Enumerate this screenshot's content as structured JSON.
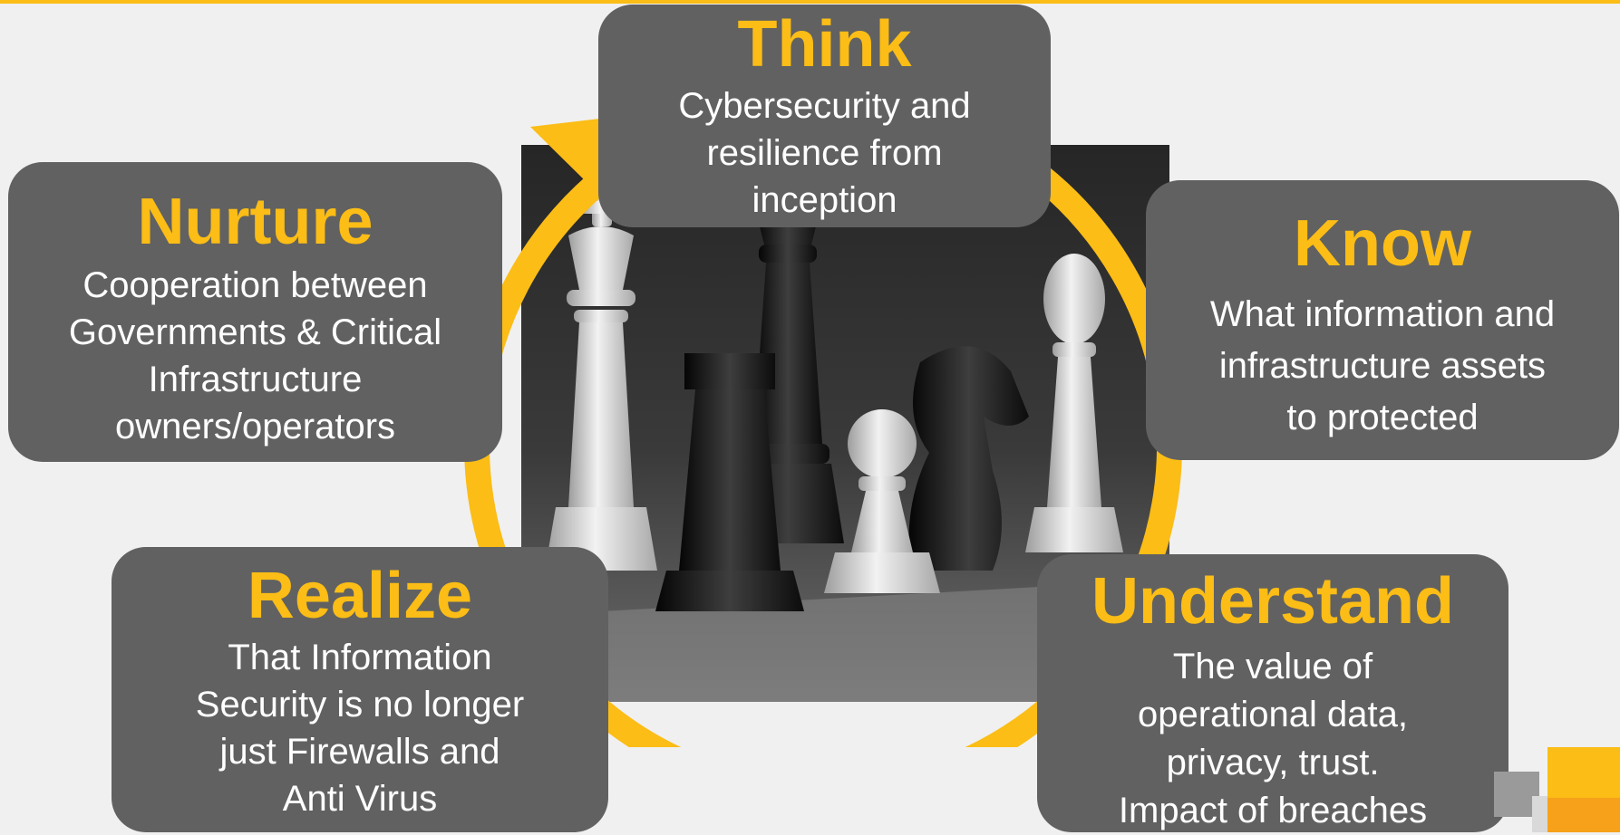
{
  "colors": {
    "background": "#f0f0f0",
    "accent": "#fbbd16",
    "card": "#616161",
    "text": "#ffffff"
  },
  "center_image": {
    "icon": "chess-pieces-photo"
  },
  "cycle_arrow": {
    "icon": "circular-arrow",
    "direction": "clockwise"
  },
  "cards": {
    "think": {
      "title": "Think",
      "description": "Cybersecurity and\nresilience from\ninception"
    },
    "nurture": {
      "title": "Nurture",
      "description": "Cooperation between\nGovernments & Critical\nInfrastructure\nowners/operators"
    },
    "know": {
      "title": "Know",
      "description": "What information and\ninfrastructure assets\nto protected"
    },
    "realize": {
      "title": "Realize",
      "description": "That Information\nSecurity  is no longer\njust Firewalls and\nAnti Virus"
    },
    "understand": {
      "title": "Understand",
      "description": "The value of\noperational data,\nprivacy, trust.\nImpact of breaches"
    }
  }
}
